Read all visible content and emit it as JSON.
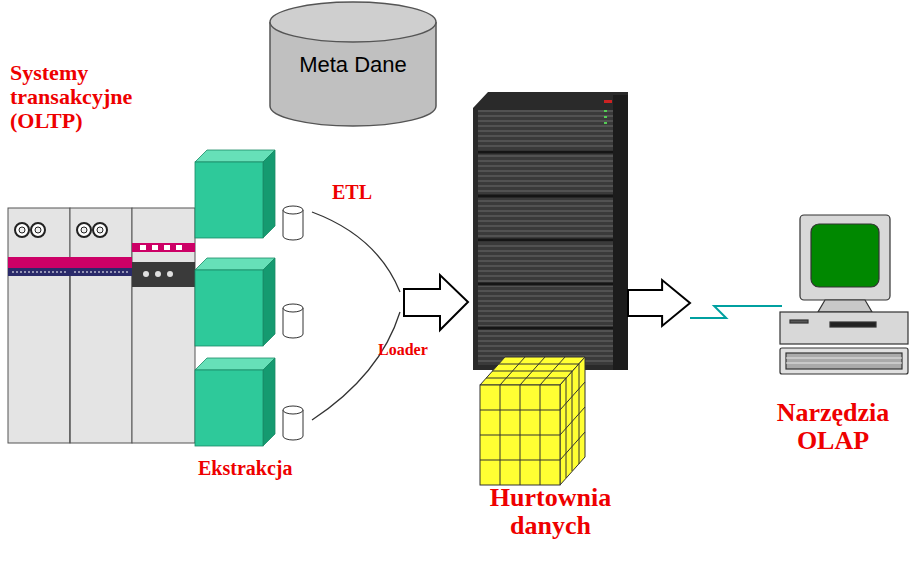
{
  "diagram": {
    "nodes": [
      {
        "text": [
          "Meta Dane"
        ]
      },
      {
        "text": [
          "Systemy transakcyjne (OLTP)"
        ]
      },
      {
        "text": [
          "Hurtownia danych"
        ]
      },
      {
        "text": [
          "Narzędzia OLAP"
        ]
      }
    ],
    "edges": [
      {
        "from": 2,
        "to": 3,
        "arrow": "to"
      }
    ],
    "labels": [
      "ETL",
      "Loader",
      "Ekstrakcja"
    ]
  }
}
